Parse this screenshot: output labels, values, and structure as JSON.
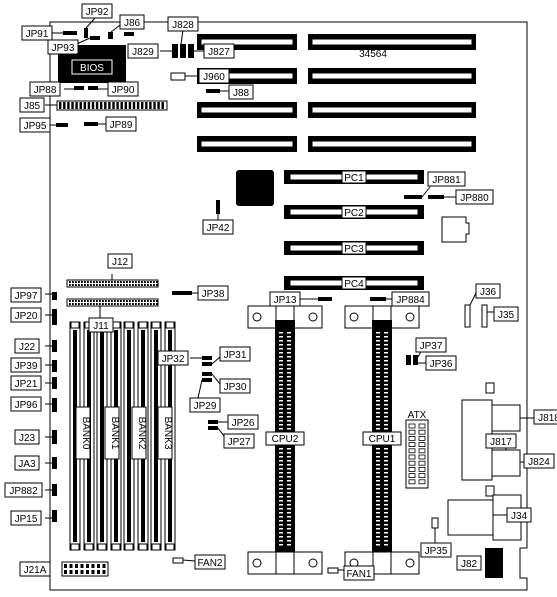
{
  "board_number": "34564",
  "chips": {
    "bios": "BIOS"
  },
  "pci_slots": [
    "PC1",
    "PC2",
    "PC3",
    "PC4"
  ],
  "cpu_slots": [
    "CPU2",
    "CPU1"
  ],
  "memory_banks": [
    "BANK0",
    "BANK1",
    "BANK2",
    "BANK3"
  ],
  "connectors": {
    "atx": "ATX",
    "j12": "J12",
    "j11": "J11",
    "j34": "J34",
    "j35": "J35",
    "j36": "J36",
    "j82": "J82",
    "j85": "J85",
    "j86": "J86",
    "j88": "J88",
    "j817": "J817",
    "j818": "J818",
    "j824": "J824",
    "j827": "J827",
    "j828": "J828",
    "j829": "J829",
    "j960": "J960",
    "j21a": "J21A",
    "j22": "J22",
    "j23": "J23",
    "ja3": "JA3",
    "fan1": "FAN1",
    "fan2": "FAN2"
  },
  "jumpers": {
    "jp91": "JP91",
    "jp92": "JP92",
    "jp93": "JP93",
    "jp88": "JP88",
    "jp90": "JP90",
    "jp95": "JP95",
    "jp89": "JP89",
    "jp881": "JP881",
    "jp880": "JP880",
    "jp42": "JP42",
    "jp97": "JP97",
    "jp38": "JP38",
    "jp20": "JP20",
    "jp13": "JP13",
    "jp884": "JP884",
    "jp39": "JP39",
    "jp21": "JP21",
    "jp96": "JP96",
    "jp32": "JP32",
    "jp31": "JP31",
    "jp30": "JP30",
    "jp29": "JP29",
    "jp26": "JP26",
    "jp27": "JP27",
    "jp37": "JP37",
    "jp36": "JP36",
    "jp882": "JP882",
    "jp15": "JP15",
    "jp35": "JP35"
  }
}
